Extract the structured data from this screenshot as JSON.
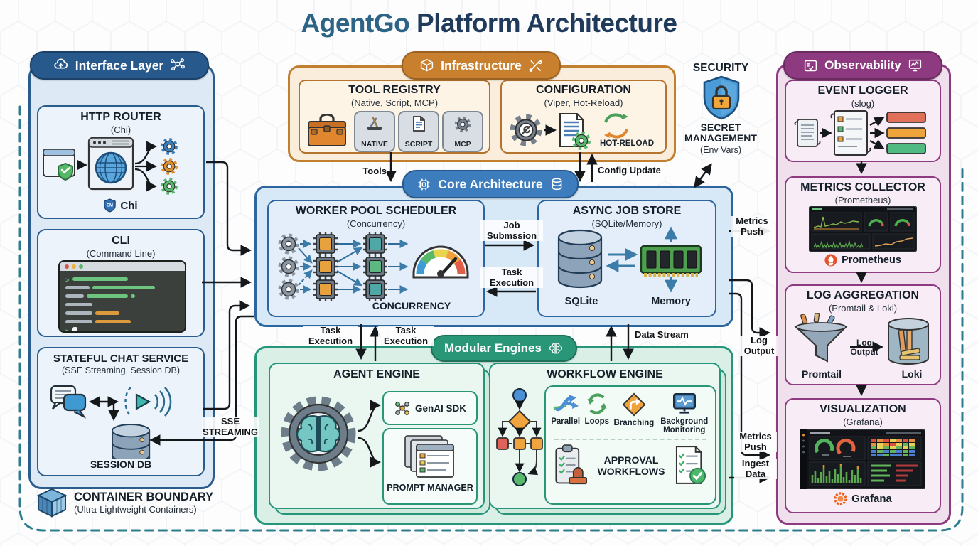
{
  "title": {
    "brand": "AgentGo",
    "rest": "Platform Architecture"
  },
  "interface_layer": {
    "header": "Interface Layer",
    "http_router": {
      "title": "HTTP ROUTER",
      "subtitle": "(Chi)",
      "badge": "EM",
      "badge_label": "Chi"
    },
    "cli": {
      "title": "CLI",
      "subtitle": "(Command Line)"
    },
    "chat": {
      "title": "STATEFUL CHAT SERVICE",
      "subtitle": "(SSE Streaming, Session DB)",
      "db_label": "SESSION DB"
    },
    "container_boundary": {
      "title": "CONTAINER BOUNDARY",
      "subtitle": "(Ultra-Lightweight Containers)"
    }
  },
  "infrastructure": {
    "header": "Infrastructure",
    "tool_registry": {
      "title": "TOOL REGISTRY",
      "subtitle": "(Native, Script, MCP)",
      "tiles": [
        "NATIVE",
        "SCRIPT",
        "MCP"
      ]
    },
    "configuration": {
      "title": "CONFIGURATION",
      "subtitle": "(Viper, Hot-Reload)",
      "hot_reload_label": "HOT-RELOAD"
    }
  },
  "security": {
    "heading": "SECURITY",
    "title": "SECRET MANAGEMENT",
    "subtitle": "(Env Vars)"
  },
  "core": {
    "header": "Core Architecture",
    "scheduler": {
      "title": "WORKER POOL SCHEDULER",
      "subtitle": "(Concurrency)",
      "gauge_label": "CONCURRENCY"
    },
    "job_store": {
      "title": "ASYNC JOB STORE",
      "subtitle": "(SQLite/Memory)",
      "sqlite_label": "SQLite",
      "memory_label": "Memory"
    }
  },
  "engines": {
    "header": "Modular Engines",
    "agent": {
      "title": "AGENT ENGINE",
      "genai_label": "GenAI SDK",
      "prompt_label": "PROMPT MANAGER"
    },
    "workflow": {
      "title": "WORKFLOW ENGINE",
      "features": [
        "Parallel",
        "Loops",
        "Branching",
        "Background Monitoring"
      ],
      "approval_label": "APPROVAL WORKFLOWS"
    }
  },
  "observability": {
    "header": "Observability",
    "event_logger": {
      "title": "EVENT LOGGER",
      "subtitle": "(slog)"
    },
    "metrics_collector": {
      "title": "METRICS COLLECTOR",
      "subtitle": "(Prometheus)",
      "brand": "Prometheus"
    },
    "log_aggregation": {
      "title": "LOG AGGREGATION",
      "subtitle": "(Promtail & Loki)",
      "promtail_label": "Promtail",
      "loki_label": "Loki"
    },
    "visualization": {
      "title": "VISUALIZATION",
      "subtitle": "(Grafana)",
      "brand": "Grafana"
    }
  },
  "labels": {
    "tools": "Tools",
    "config_update": "Config Update",
    "job_submission": "Job Submssion",
    "task_execution": "Task Execution",
    "data_stream": "Data Stream",
    "metrics_push": "Metrics Push",
    "log_output": "Log Output",
    "ingest_data": "Ingest Data",
    "sse_streaming": "SSE STREAMING"
  },
  "colors": {
    "interface": "#2b5c8e",
    "infrastructure": "#c1802f",
    "core": "#2d669f",
    "engines": "#27957a",
    "observability": "#8e3a80",
    "security_shield": "#4a9bd8",
    "boundary": "#2e7d8f"
  }
}
